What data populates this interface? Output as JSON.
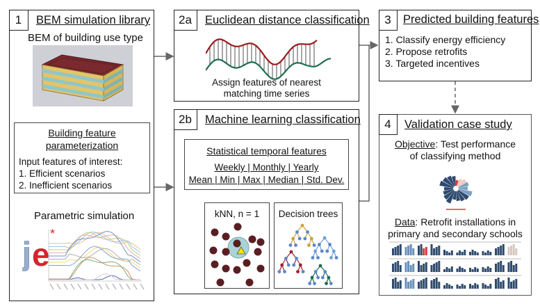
{
  "box1": {
    "number": "1",
    "title": "BEM simulation library",
    "subtitle": "BEM of building use type",
    "param_box": {
      "title_line1": "Building feature",
      "title_line2": "parameterization",
      "intro": "Input features of interest:",
      "items": [
        "1. Efficient scenarios",
        "2. Inefficient scenarios"
      ]
    },
    "sim_label": "Parametric simulation",
    "logo_text": "je+"
  },
  "box2a": {
    "number": "2a",
    "title": "Euclidean distance classification",
    "caption_line1": "Assign features of nearest",
    "caption_line2": "matching time series"
  },
  "box2b": {
    "number": "2b",
    "title": "Machine learning classification",
    "stat_box": {
      "title": "Statistical temporal features",
      "line1": "Weekly | Monthly | Yearly",
      "line2": "Mean | Min | Max | Median | Std. Dev."
    },
    "knn_label": "kNN, n = 1",
    "dt_label": "Decision trees"
  },
  "box3": {
    "number": "3",
    "title": "Predicted building features",
    "items": [
      "1. Classify energy efficiency",
      "2. Propose retrofits",
      "3. Targeted incentives"
    ]
  },
  "box4": {
    "number": "4",
    "title": "Validation case study",
    "objective_label": "Objective",
    "objective_text_line1": ": Test performance",
    "objective_text_line2": "of classifying method",
    "data_label": "Data",
    "data_text_line1": ": Retrofit installations in",
    "data_text_line2": "primary and secondary schools"
  },
  "colors": {
    "roof": "#7a2a2e",
    "wall_yellow": "#e2c46a",
    "glass": "#8fc6c8",
    "red_series": "#9b1b1f",
    "green_series": "#1f6b55",
    "knn_point": "#5a1e22",
    "knn_circle": "#a8d4d8",
    "knn_triangle": "#f2e600",
    "tree_node": "#5b87c9",
    "bar_navy": "#2e4a6e",
    "bar_red": "#d43c3c"
  }
}
